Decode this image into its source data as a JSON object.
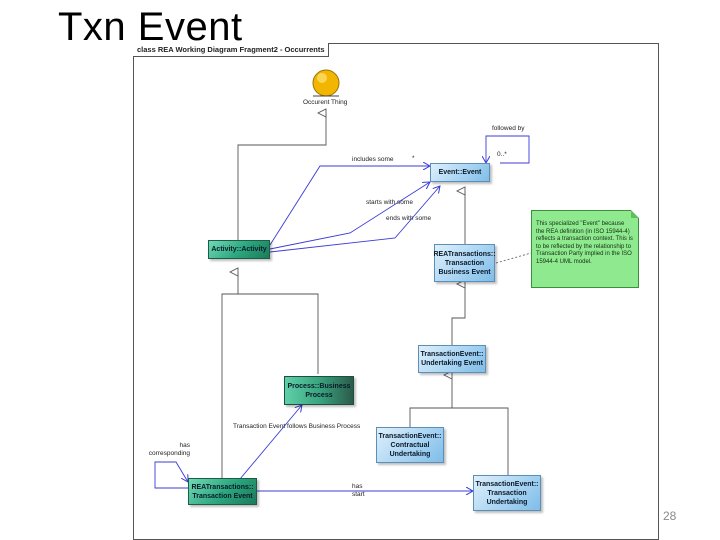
{
  "slide": {
    "title": "Txn Event",
    "page_number": "28"
  },
  "diagram": {
    "frame_title": "class REA Working Diagram Fragment2 - Occurrents",
    "elements": {
      "occurent_thing": "Occurent Thing",
      "event": "Event::Event",
      "activity": "Activity::Activity",
      "rea_transaction_business_event": "REATransactions::\nTransaction\nBusiness Event",
      "undertaking_event": "TransactionEvent::\nUndertaking Event",
      "business_process": "Process::Business\nProcess",
      "contractual_undertaking": "TransactionEvent::\nContractual\nUndertaking",
      "transaction_event": "REATransactions::\nTransaction Event",
      "transaction_undertaking": "TransactionEvent::\nTransaction\nUndertaking"
    },
    "labels": {
      "followed_by": "followed by",
      "multiplicity": "0..*",
      "includes_some": "includes some",
      "star": "*",
      "starts_with_some": "starts with some",
      "ends_with_some": "ends with some",
      "txn_follows_process": "Transaction Event follows Business Process",
      "has_corresponding": "has\ncorresponding",
      "has_start": "has\nstart"
    },
    "note": "This specialized \"Event\" because the REA definition (in ISO 15944-4) reflects a transaction context. This is to be reflected by the relationship to Transaction Party implied in the ISO 15944-4 UML model.",
    "colors": {
      "blue_class": "#a9d4f3",
      "green_class": "#2aa57c",
      "note": "#8fe98f",
      "association_line": "#3b3bd6",
      "actor": "#f2b600"
    }
  }
}
